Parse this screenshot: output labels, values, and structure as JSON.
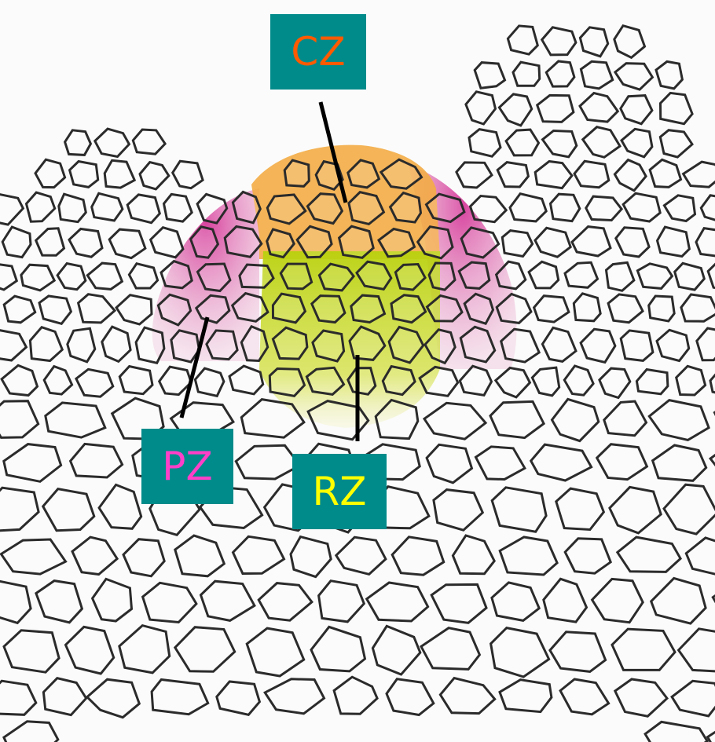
{
  "labels": {
    "cz": {
      "text": "CZ",
      "color": "#ff5a00",
      "box_color": "#008b8b"
    },
    "pz": {
      "text": "PZ",
      "color": "#ff3fc8",
      "box_color": "#008b8b"
    },
    "rz": {
      "text": "RZ",
      "color": "#ffff00",
      "box_color": "#008b8b"
    }
  },
  "zone_colors": {
    "central": "#f5b04a",
    "peripheral": "#e0409a",
    "rib": "#c7d81a",
    "outline": "#2b2b2b",
    "cell_fill": "#fdfdfd"
  }
}
